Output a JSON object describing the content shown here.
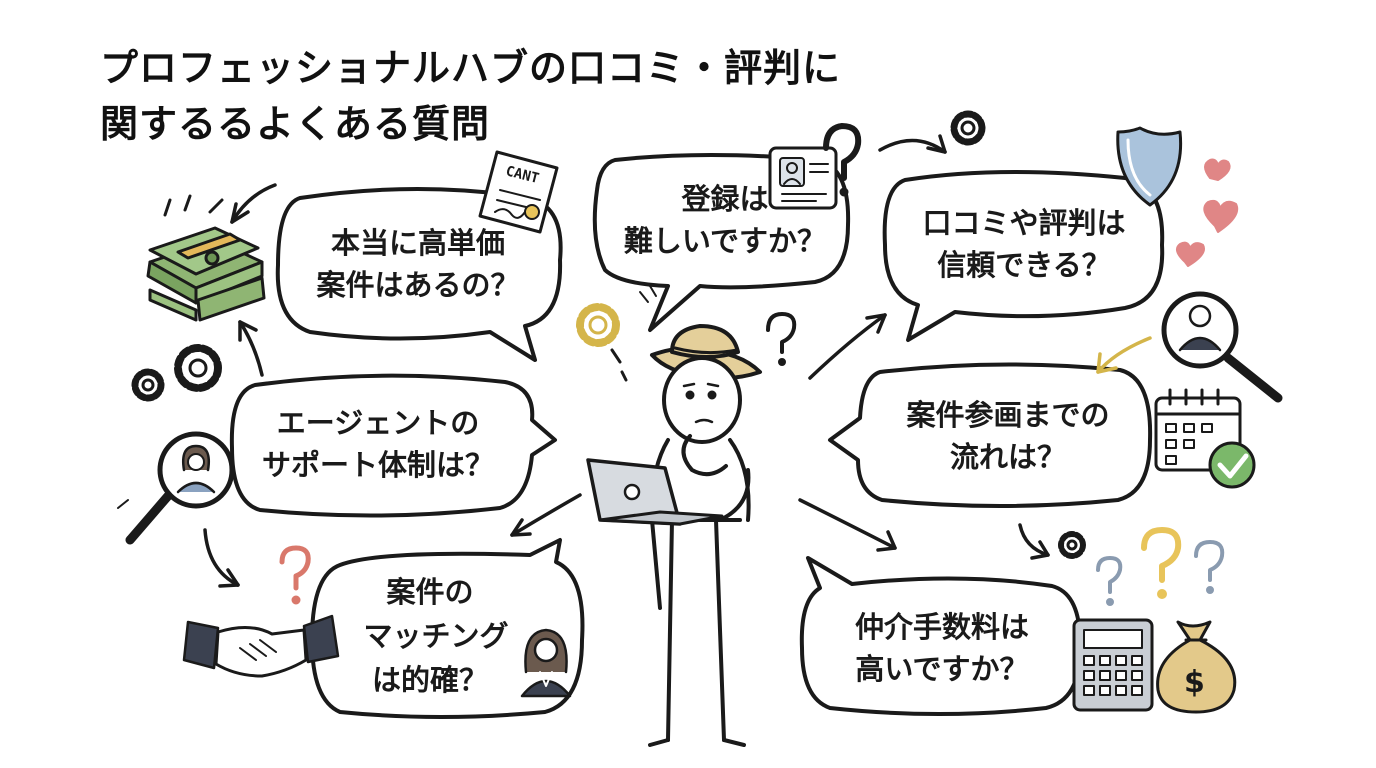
{
  "title": {
    "line1": "プロフェッショナルハブの口コミ・評判に",
    "line2": "関するるよくある質問"
  },
  "questions": {
    "q1": {
      "line1": "本当に高単価",
      "line2": "案件はあるの？"
    },
    "q2": {
      "line1": "登録は",
      "line2": "難しいですか？"
    },
    "q3": {
      "line1": "口コミや評判は",
      "line2": "信頼できる？"
    },
    "q4": {
      "line1": "エージェントの",
      "line2": "サポート体制は？"
    },
    "q5": {
      "line1": "案件参画までの",
      "line2": "流れは？"
    },
    "q6": {
      "line1": "案件の",
      "line2": "マッチング",
      "line3": "は的確？"
    },
    "q7": {
      "line1": "仲介手数料は",
      "line2": "高いですか？"
    }
  },
  "icons": {
    "certificate_text": "CANT",
    "moneybag_symbol": "$"
  },
  "colors": {
    "ink": "#1a1a1a",
    "money_green": "#8fb573",
    "money_band": "#e3b85a",
    "question_red": "#d9786b",
    "question_yellow": "#e8c45a",
    "question_gray": "#8a9bb0",
    "shield_blue": "#aac3dc",
    "heart_red": "#e08686",
    "hat_tan": "#e4cf9a",
    "check_green": "#7bb86a"
  }
}
